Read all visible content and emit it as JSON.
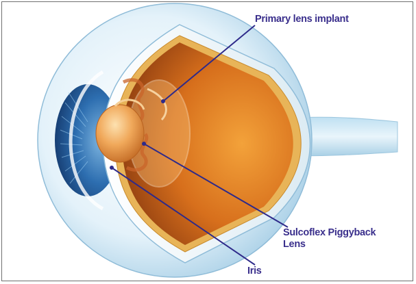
{
  "labels": {
    "primary_lens_implant": "Primary lens implant",
    "sulcoflex_line1": "Sulcoflex Piggyback",
    "sulcoflex_line2": "Lens",
    "iris": "Iris"
  },
  "colors": {
    "label_text": "#3a2f8c",
    "leader_line": "#2e2a8a",
    "sclera": "#dff0f8",
    "iris": "#2a68a8",
    "vitreous": "#d9781e",
    "lens": "#e8a050"
  },
  "icons": [
    "eye-cross-section-illustration"
  ]
}
